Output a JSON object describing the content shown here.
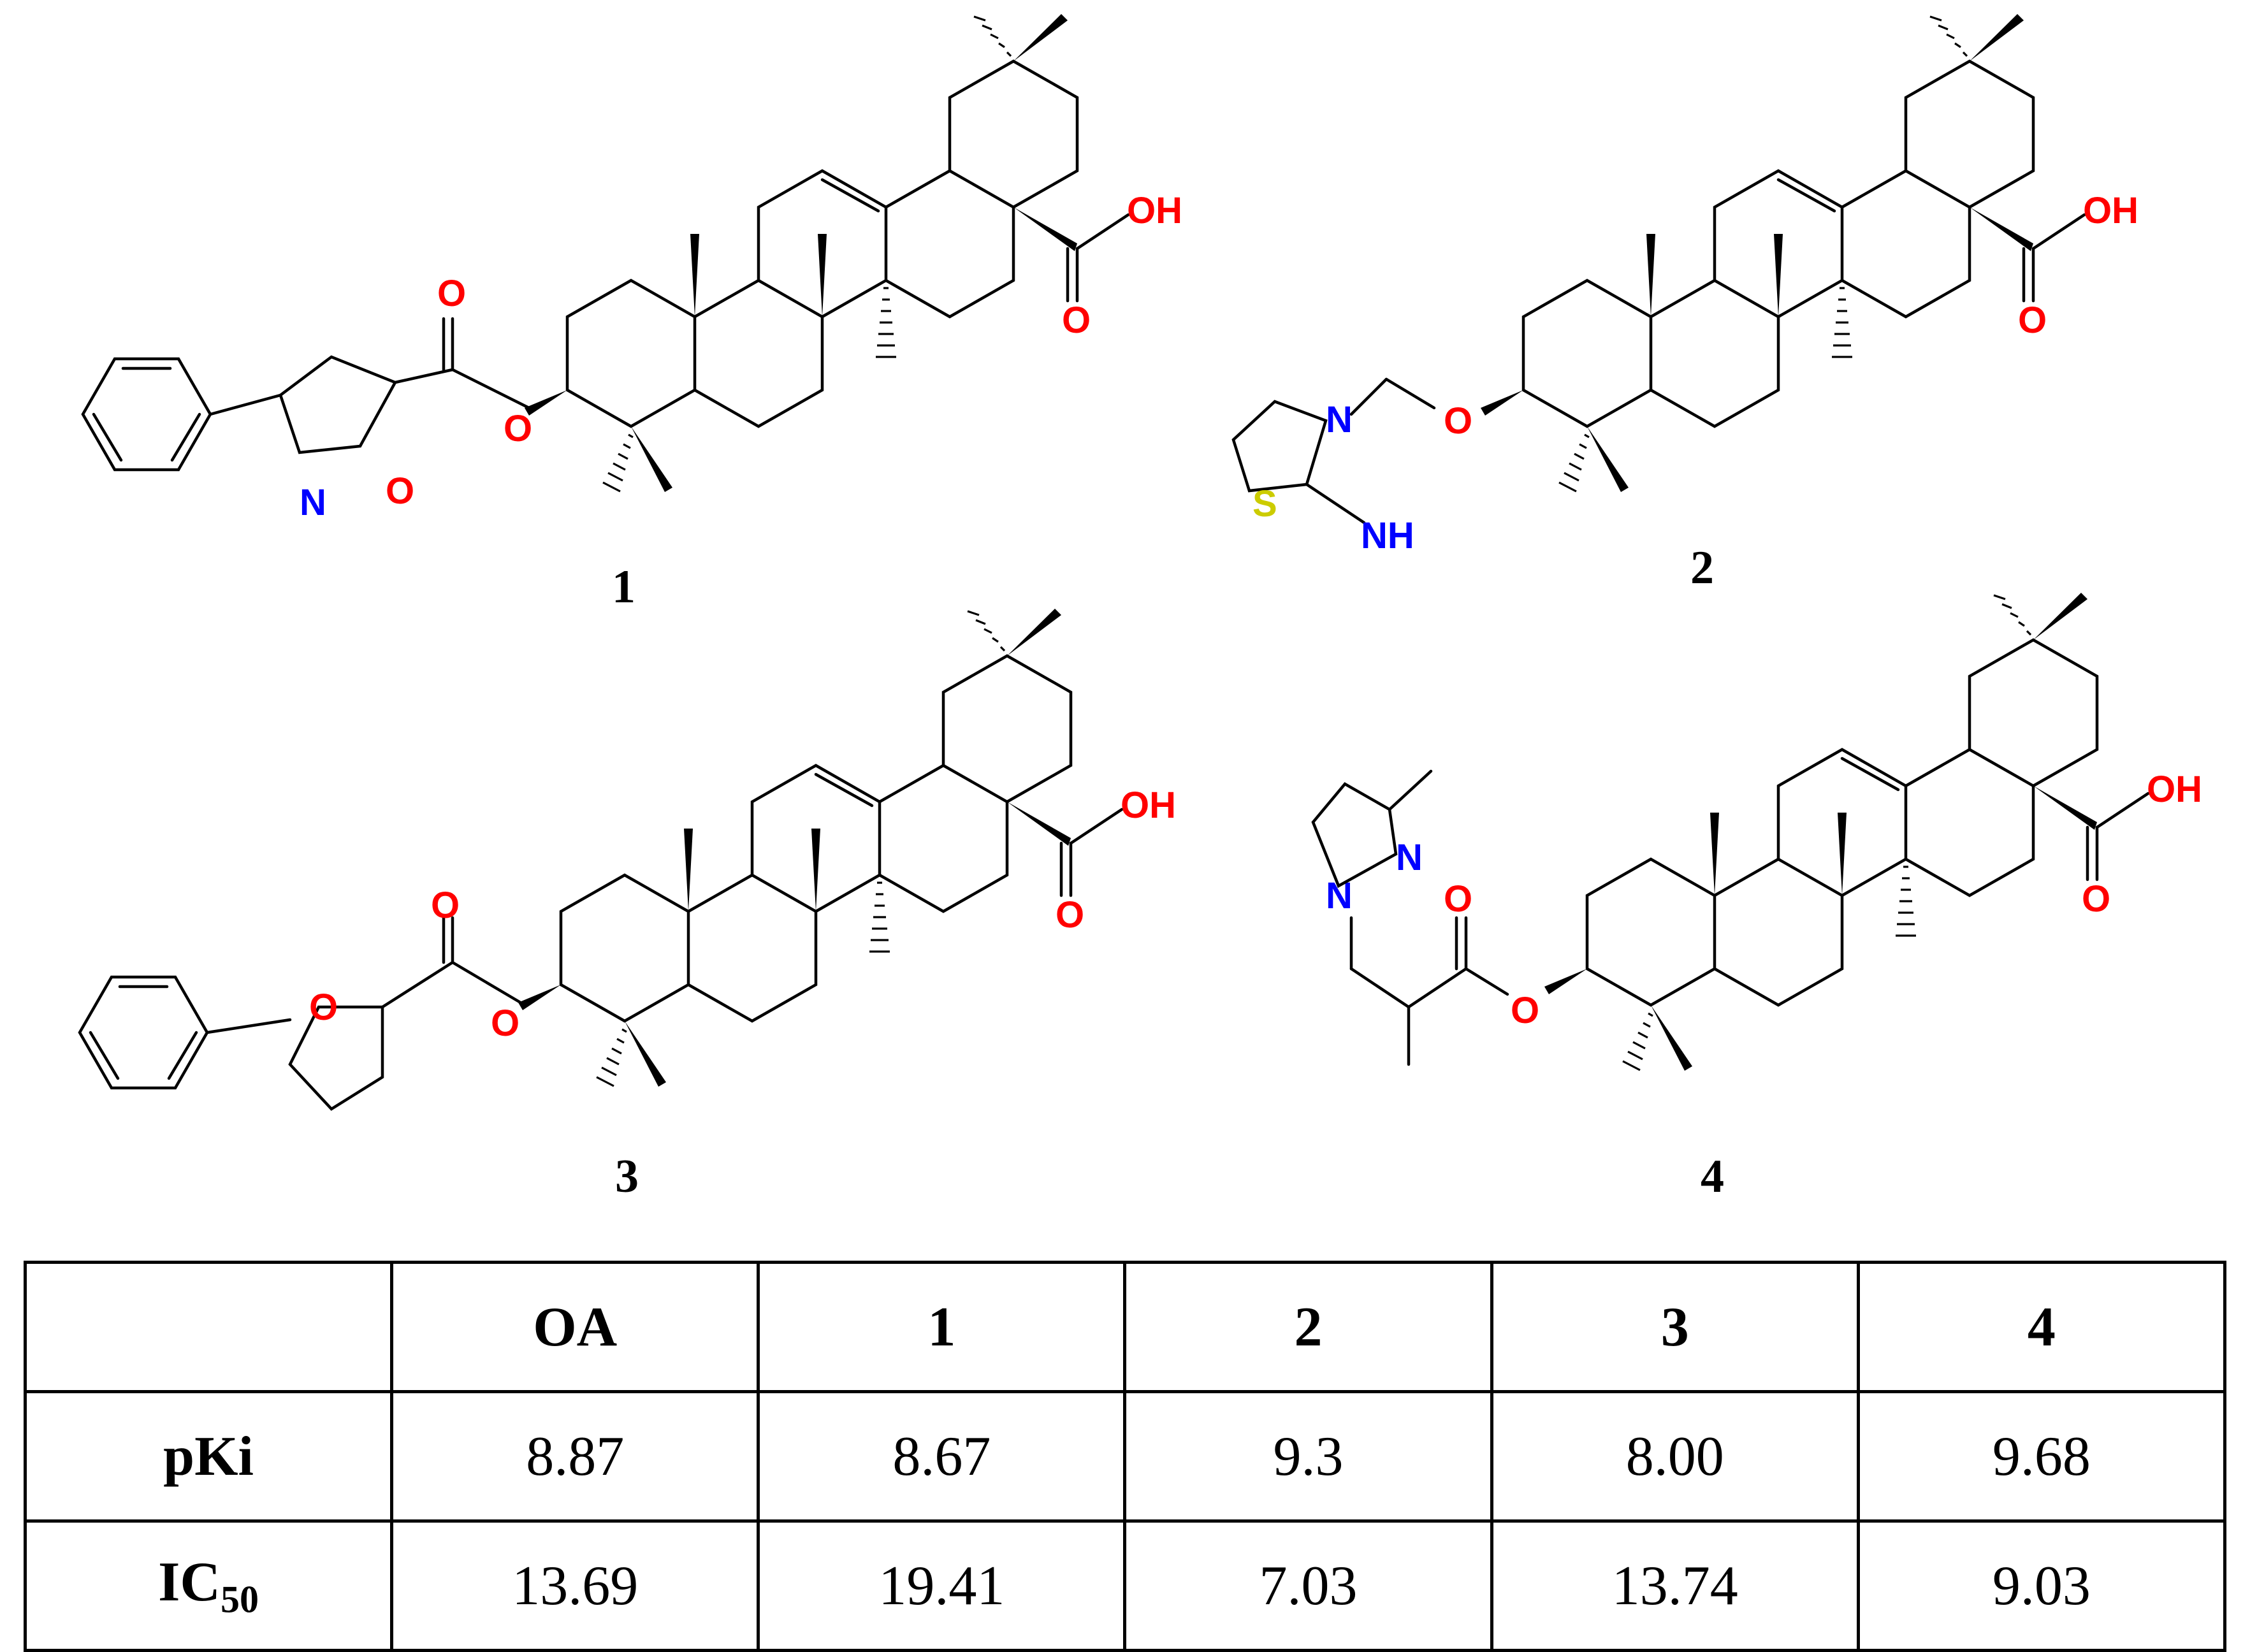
{
  "compounds": [
    {
      "label": "1",
      "substituent_atoms": [
        "N",
        "O",
        "O"
      ]
    },
    {
      "label": "2",
      "substituent_atoms": [
        "N",
        "S",
        "NH",
        "O"
      ]
    },
    {
      "label": "3",
      "substituent_atoms": [
        "O",
        "O",
        "O"
      ]
    },
    {
      "label": "4",
      "substituent_atoms": [
        "N",
        "N",
        "O",
        "O"
      ]
    }
  ],
  "atom_labels": {
    "oh": "OH",
    "o": "O",
    "n": "N",
    "nh": "NH",
    "s": "S"
  },
  "atom_colors": {
    "O": "#ff0000",
    "N": "#0000ff",
    "S": "#cccc00",
    "C": "#000000"
  },
  "table": {
    "columns": [
      "",
      "OA",
      "1",
      "2",
      "3",
      "4"
    ],
    "rows": [
      {
        "label": "pKi",
        "values": [
          "8.87",
          "8.67",
          "9.3",
          "8.00",
          "9.68"
        ]
      },
      {
        "label_main": "IC",
        "label_sub": "50",
        "values": [
          "13.69",
          "19.41",
          "7.03",
          "13.74",
          "9.03"
        ]
      }
    ]
  }
}
